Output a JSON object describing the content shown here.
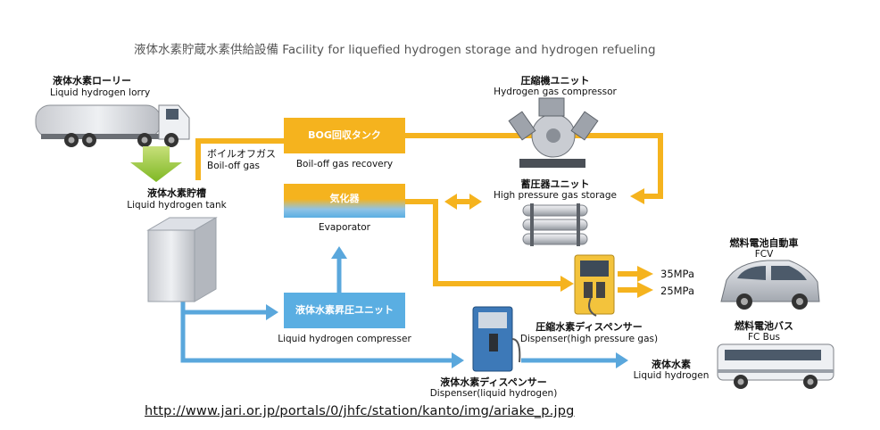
{
  "title": "液体水素貯蔵水素供給設備  Facility for liquefied hydrogen storage and hydrogen refueling",
  "lorry": {
    "jp": "液体水素ローリー",
    "en": "Liquid hydrogen lorry"
  },
  "tank": {
    "jp": "液体水素貯槽",
    "en": "Liquid hydrogen tank"
  },
  "boiloff": {
    "jp": "ボイルオフガス",
    "en": "Boil-off gas"
  },
  "bog": {
    "label": "BOG回収タンク",
    "en": "Boil-off gas recovery"
  },
  "evaporator": {
    "label": "気化器",
    "en": "Evaporator"
  },
  "lh2_compressor": {
    "label": "液体水素昇圧ユニット",
    "en": "Liquid hydrogen compresser"
  },
  "gas_compressor": {
    "jp": "圧縮機ユニット",
    "en": "Hydrogen gas compressor"
  },
  "storage": {
    "jp": "蓄圧器ユニット",
    "en": "High pressure gas storage"
  },
  "dispenser_gas": {
    "jp": "圧縮水素ディスペンサー",
    "en": "Dispenser(high pressure gas)"
  },
  "pressures": {
    "p1": "35MPa",
    "p2": "25MPa"
  },
  "fcv": {
    "jp": "燃料電池自動車",
    "en": "FCV"
  },
  "fcbus": {
    "jp": "燃料電池バス",
    "en": "FC Bus"
  },
  "dispenser_liquid": {
    "jp": "液体水素ディスペンサー",
    "en": "Dispenser(liquid hydrogen)"
  },
  "lh2_out": {
    "jp": "液体水素",
    "en": "Liquid hydrogen"
  },
  "url": "http://www.jari.or.jp/portals/0/jhfc/station/kanto/img/ariake_p.jpg",
  "colors": {
    "gas_flow": "#f5b31e",
    "liquid_flow": "#5aa7dc",
    "box_orange": "#f5b31e",
    "box_blue": "#5aaee2"
  }
}
